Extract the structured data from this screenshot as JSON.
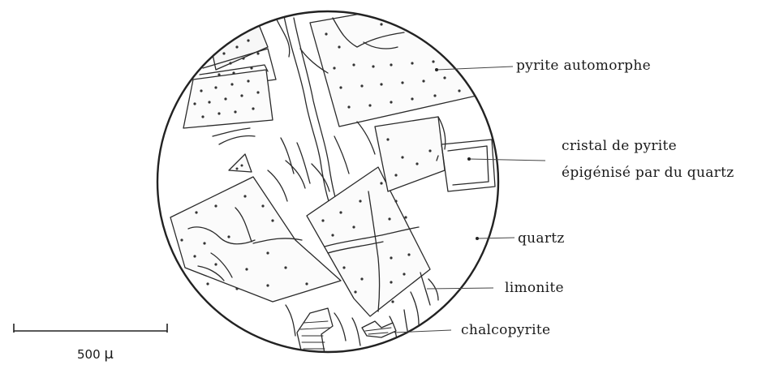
{
  "labels": {
    "pyrite_automorphe": "pyrite automorphe",
    "cristal_line1": "cristal de pyrite",
    "cristal_line2": "épigénisé par du quartz",
    "quartz": "quartz",
    "limonite": "limonite",
    "chalcopyrite": "chalcopyrite"
  },
  "scale_bar": {
    "value": "500",
    "unit": "μ"
  }
}
